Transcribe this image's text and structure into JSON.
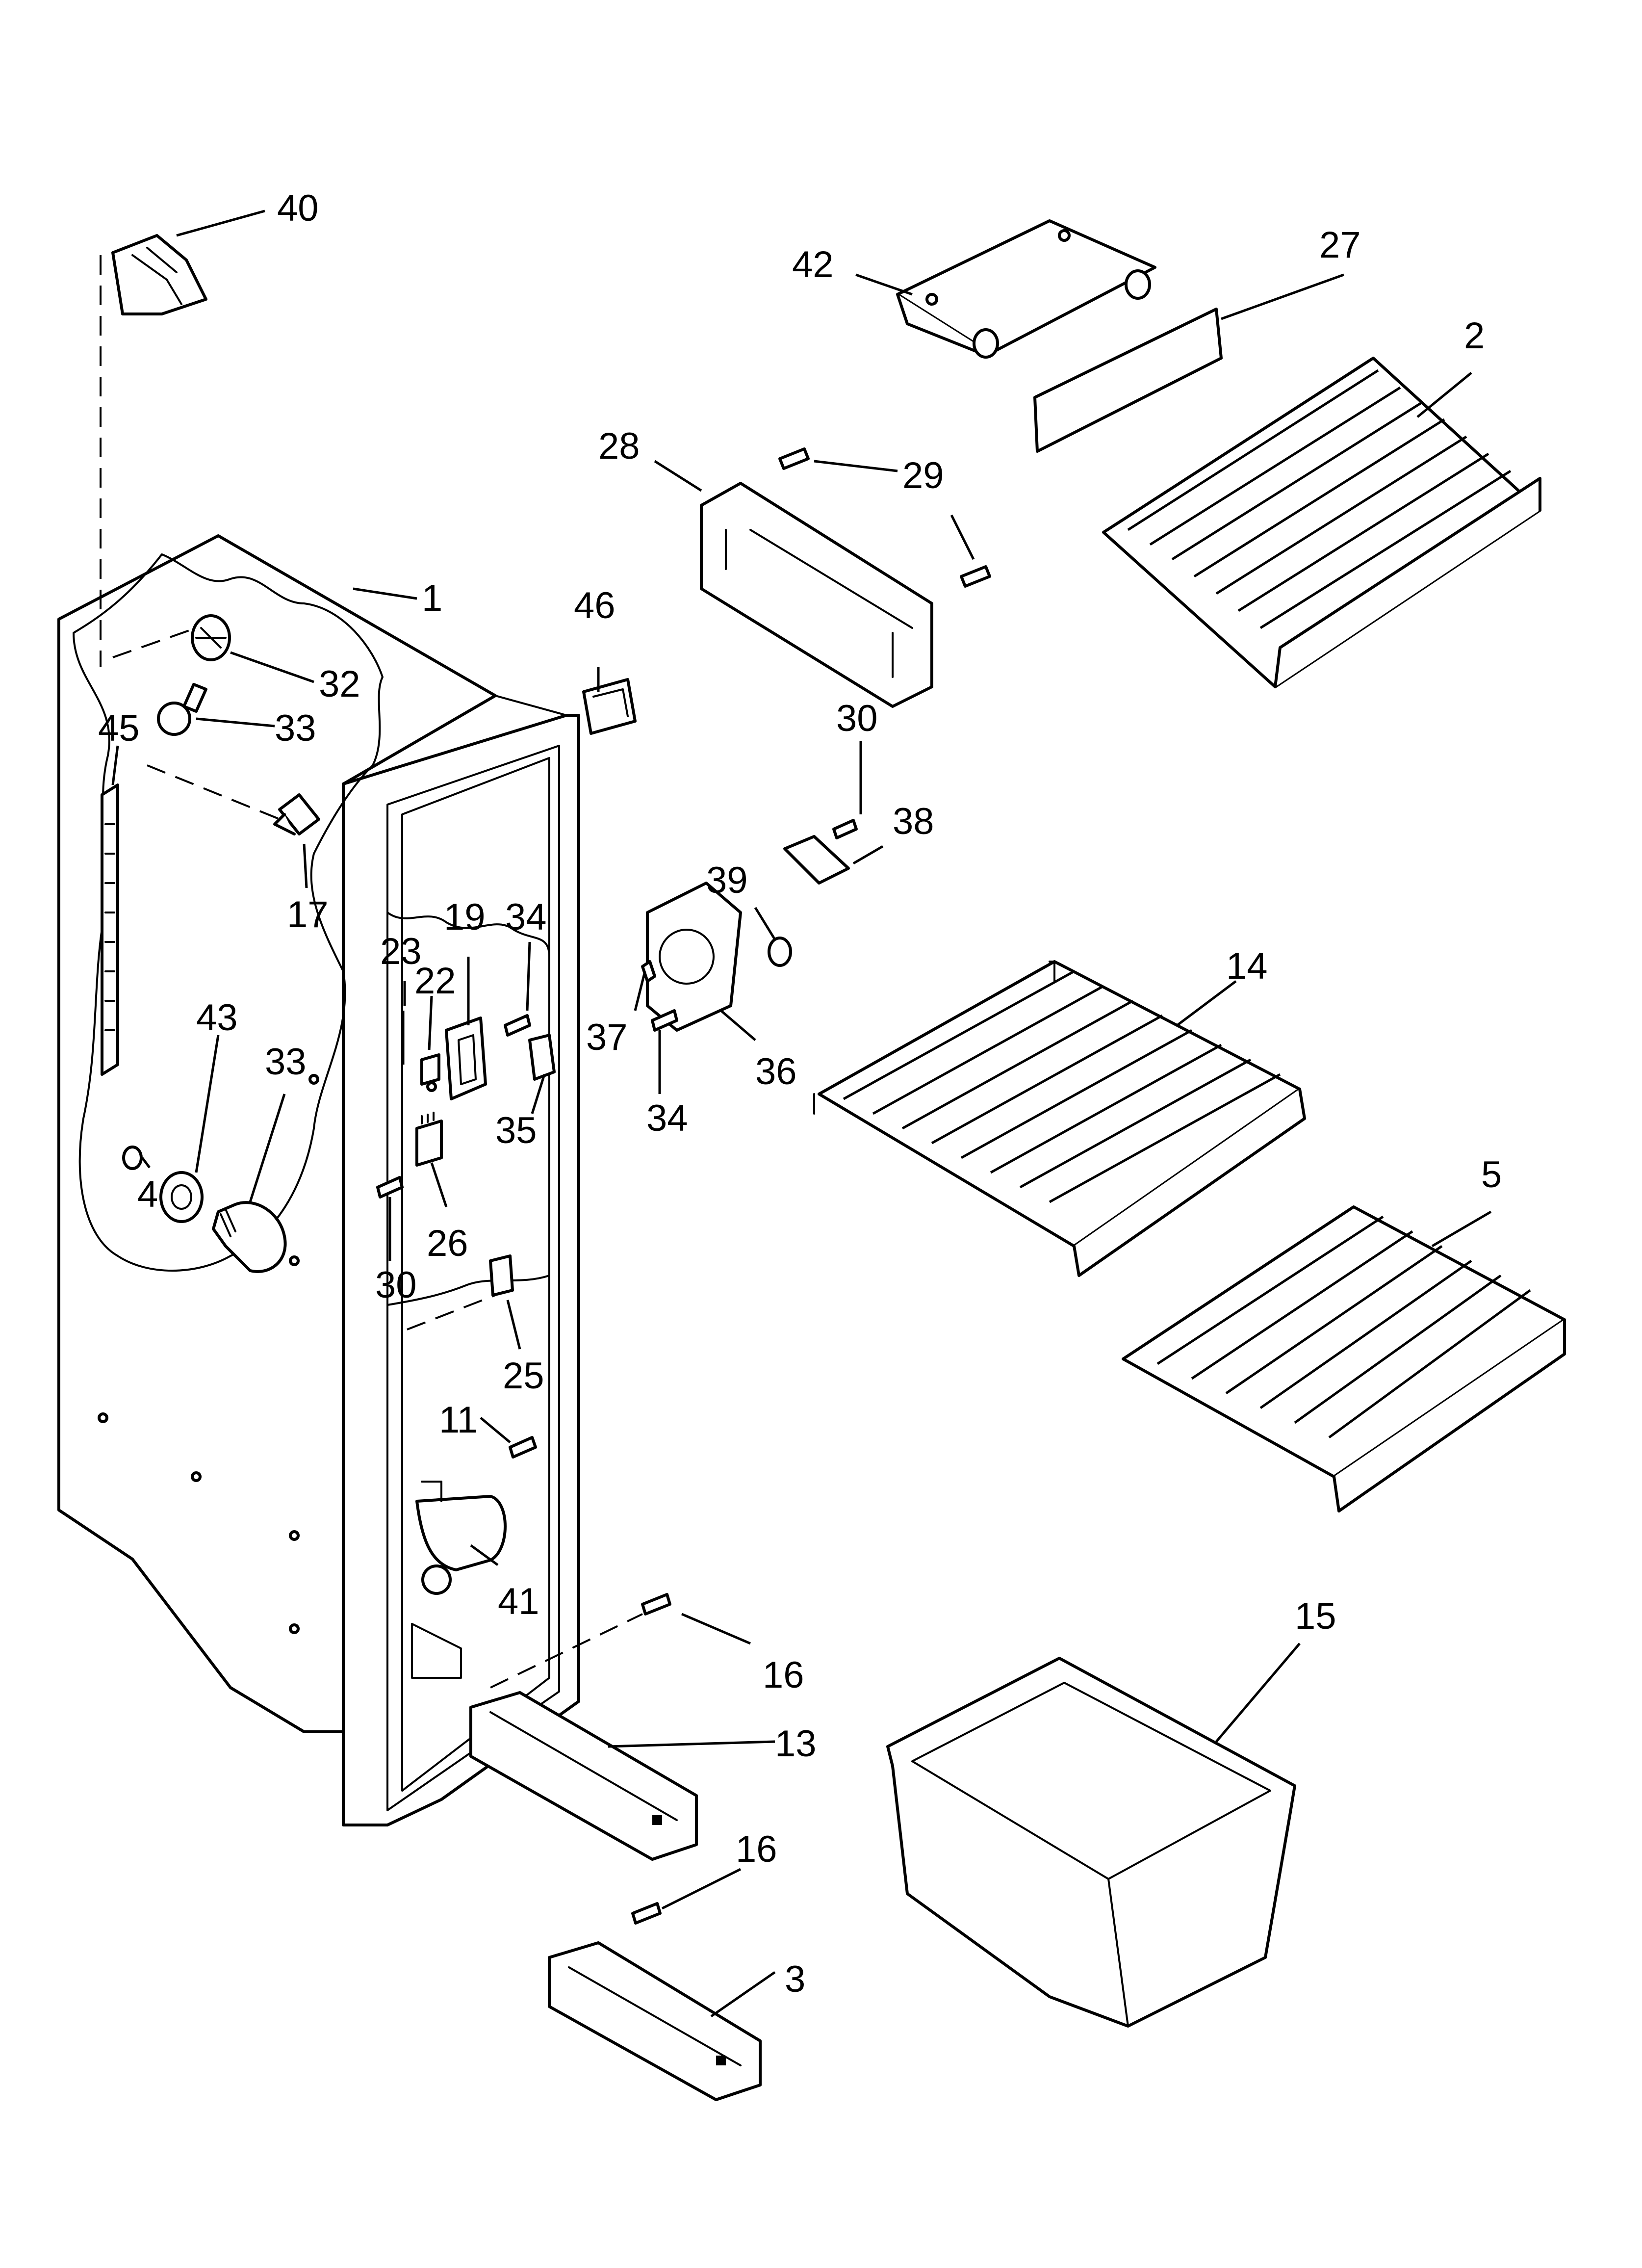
{
  "diagram": {
    "callouts": [
      {
        "id": "c40",
        "label": "40"
      },
      {
        "id": "c42",
        "label": "42"
      },
      {
        "id": "c27",
        "label": "27"
      },
      {
        "id": "c2",
        "label": "2"
      },
      {
        "id": "c28",
        "label": "28"
      },
      {
        "id": "c29",
        "label": "29"
      },
      {
        "id": "c1",
        "label": "1"
      },
      {
        "id": "c46",
        "label": "46"
      },
      {
        "id": "c32",
        "label": "32"
      },
      {
        "id": "c33a",
        "label": "33"
      },
      {
        "id": "c45",
        "label": "45"
      },
      {
        "id": "c17",
        "label": "17"
      },
      {
        "id": "c30a",
        "label": "30"
      },
      {
        "id": "c38",
        "label": "38"
      },
      {
        "id": "c39",
        "label": "39"
      },
      {
        "id": "c19",
        "label": "19"
      },
      {
        "id": "c34a",
        "label": "34"
      },
      {
        "id": "c23",
        "label": "23"
      },
      {
        "id": "c22",
        "label": "22"
      },
      {
        "id": "c14",
        "label": "14"
      },
      {
        "id": "c43",
        "label": "43"
      },
      {
        "id": "c33b",
        "label": "33"
      },
      {
        "id": "c37",
        "label": "37"
      },
      {
        "id": "c36",
        "label": "36"
      },
      {
        "id": "c34b",
        "label": "34"
      },
      {
        "id": "c35",
        "label": "35"
      },
      {
        "id": "c4",
        "label": "4"
      },
      {
        "id": "c26",
        "label": "26"
      },
      {
        "id": "c5",
        "label": "5"
      },
      {
        "id": "c30b",
        "label": "30"
      },
      {
        "id": "c25",
        "label": "25"
      },
      {
        "id": "c11",
        "label": "11"
      },
      {
        "id": "c41",
        "label": "41"
      },
      {
        "id": "c15",
        "label": "15"
      },
      {
        "id": "c16a",
        "label": "16"
      },
      {
        "id": "c13",
        "label": "13"
      },
      {
        "id": "c16b",
        "label": "16"
      },
      {
        "id": "c3",
        "label": "3"
      }
    ]
  }
}
